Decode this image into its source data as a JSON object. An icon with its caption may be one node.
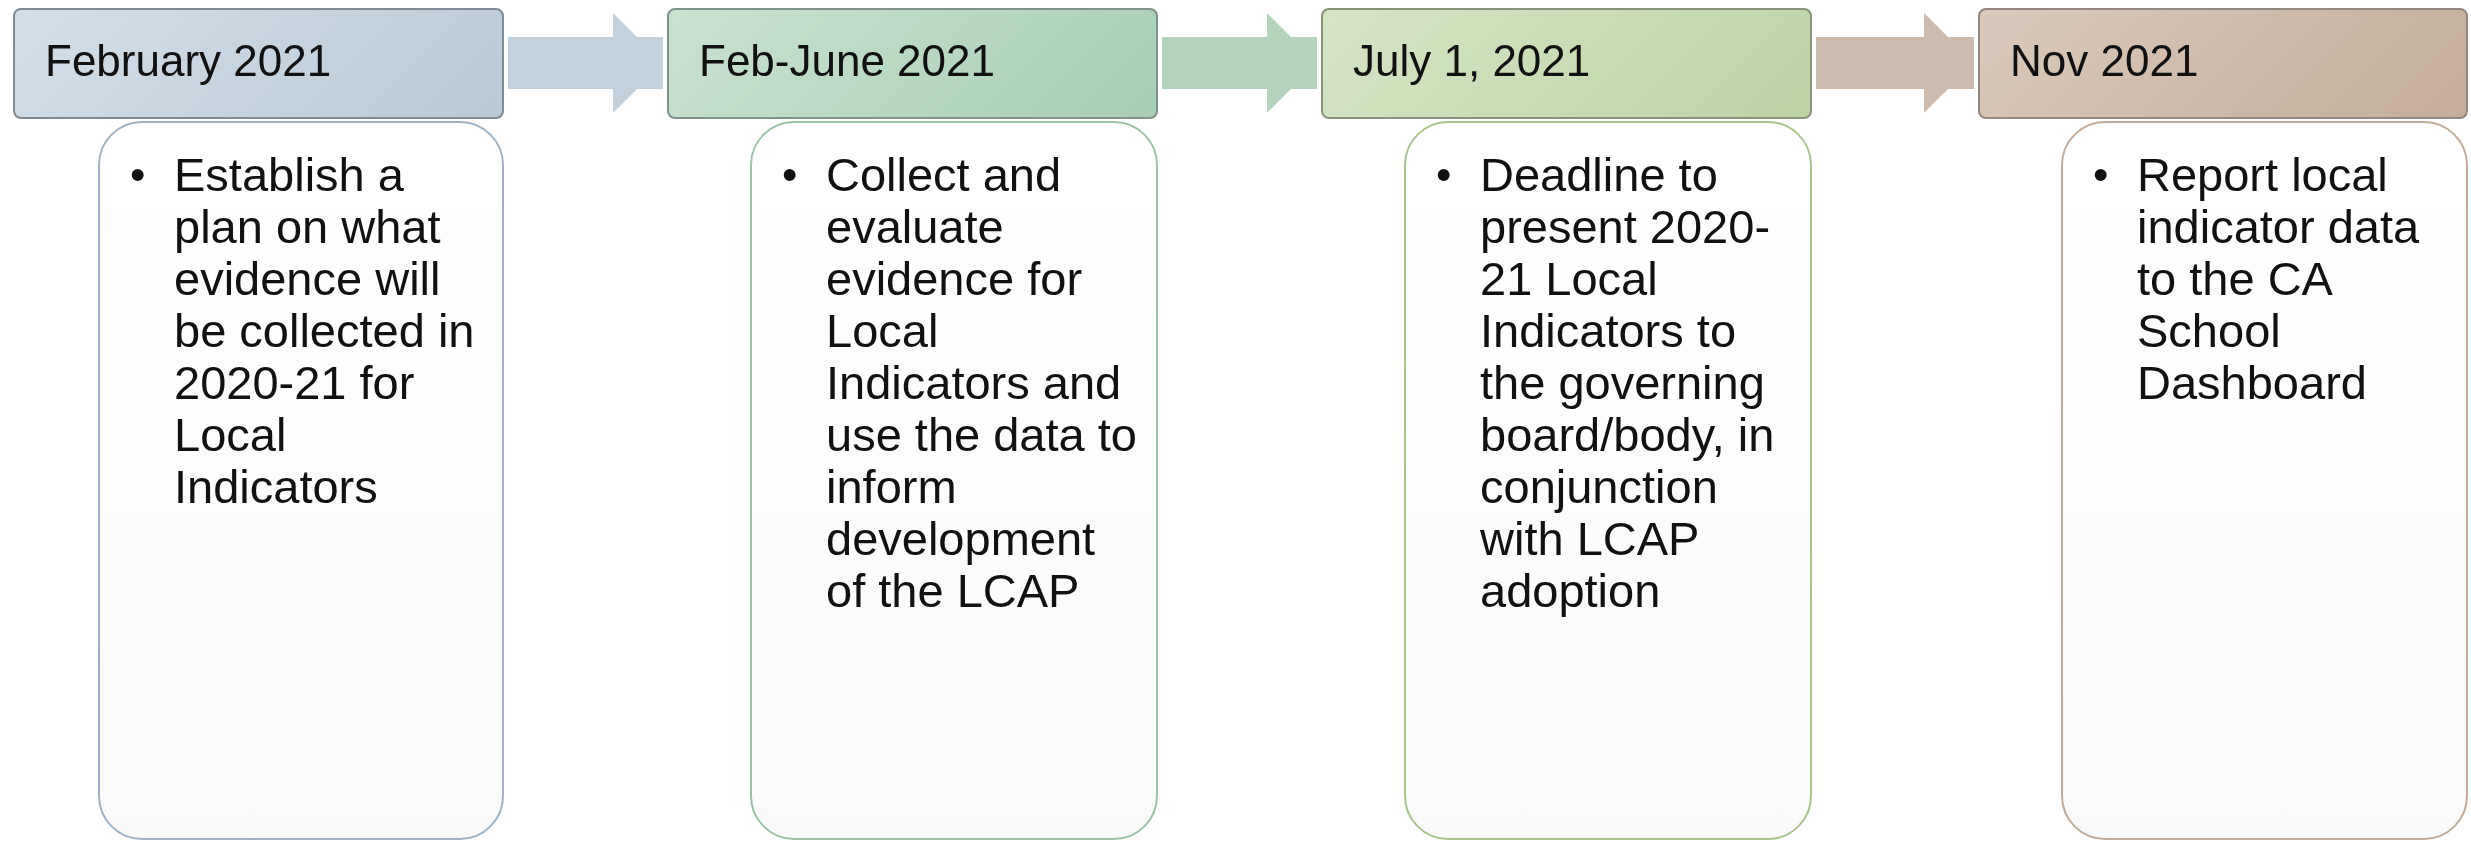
{
  "diagram": {
    "nodes": [
      {
        "text": [
          "February 2021"
        ]
      },
      {
        "text": [
          "•",
          "Establish a plan on what evidence will be collected in 2020-21 for Local Indicators"
        ]
      },
      {
        "text": [
          "Feb-June 2021"
        ]
      },
      {
        "text": [
          "•",
          "Collect and evaluate evidence for Local Indicators and use the data to inform development of the LCAP"
        ]
      },
      {
        "text": [
          "July 1, 2021"
        ]
      },
      {
        "text": [
          "•",
          "Deadline to present 2020-21 Local Indicators to the governing board/body, in conjunction with LCAP adoption"
        ]
      },
      {
        "text": [
          "Nov 2021"
        ]
      },
      {
        "text": [
          "•",
          "Report local indicator data to the CA School Dashboard"
        ]
      }
    ],
    "edges": [
      {
        "from": 0,
        "to": 2,
        "arrow": "to",
        "color": "#c3d1dc"
      },
      {
        "from": 2,
        "to": 4,
        "arrow": "to",
        "color": "#b5d4bd"
      },
      {
        "from": 4,
        "to": 6,
        "arrow": "to",
        "color": "#cdbcae"
      }
    ]
  }
}
